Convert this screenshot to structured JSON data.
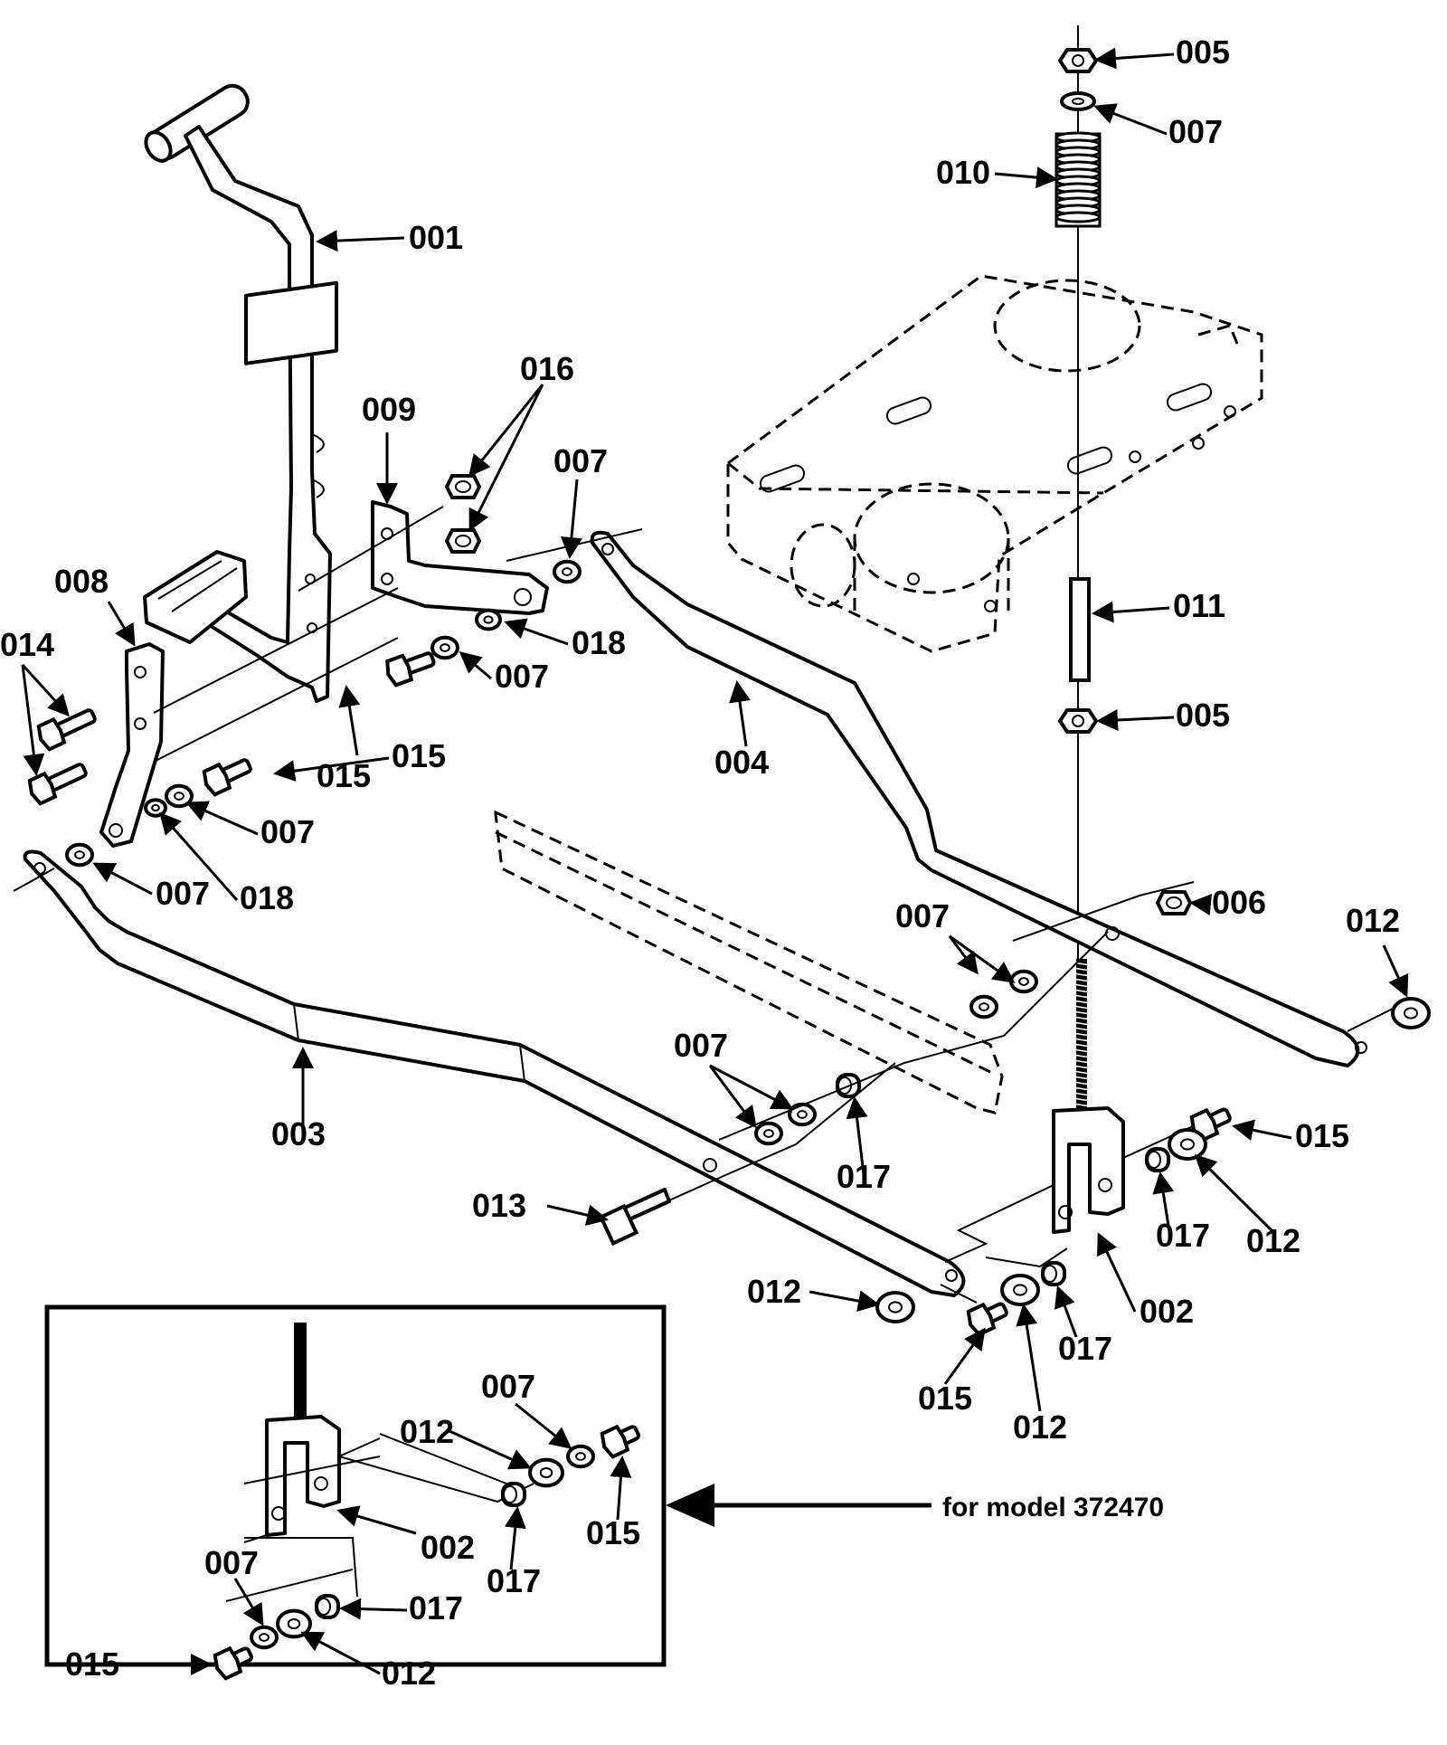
{
  "labels": {
    "p001": "001",
    "p002": "002",
    "p003": "003",
    "p004": "004",
    "p005": "005",
    "p006": "006",
    "p007": "007",
    "p008": "008",
    "p009": "009",
    "p010": "010",
    "p011": "011",
    "p012": "012",
    "p013": "013",
    "p014": "014",
    "p015": "015",
    "p016": "016",
    "p017": "017",
    "p018": "018"
  },
  "inset_note": "for model 372470"
}
